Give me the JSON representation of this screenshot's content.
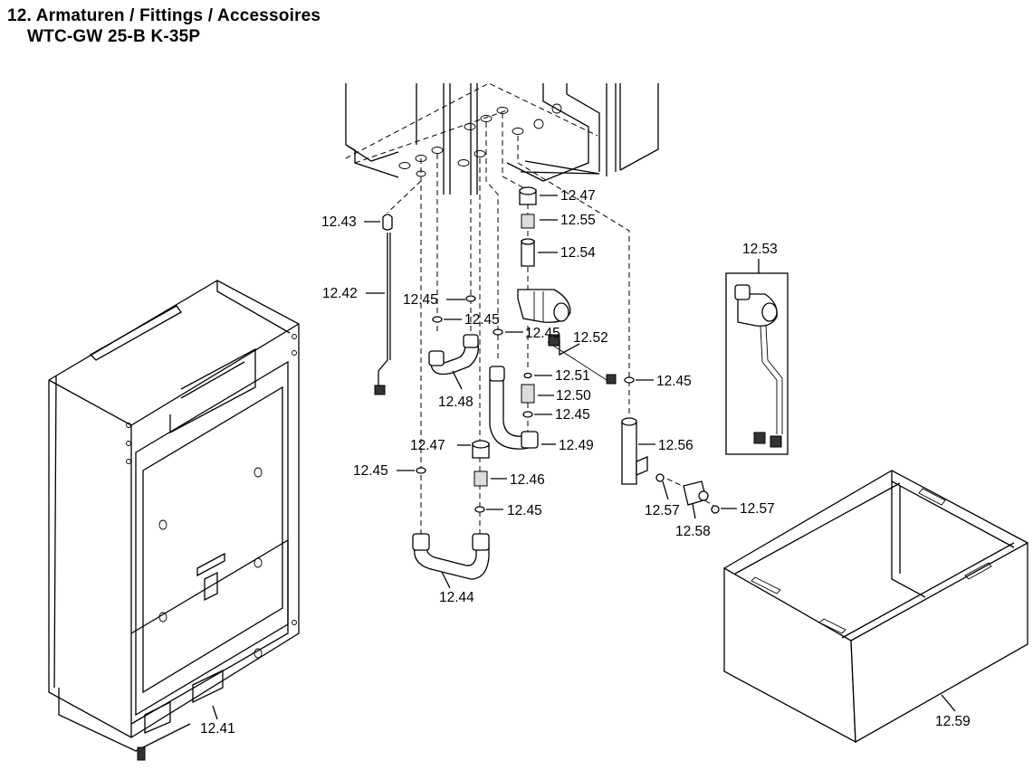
{
  "title": {
    "line1": "12. Armaturen / Fittings / Accessoires",
    "line2": "WTC-GW 25-B K-35P"
  },
  "labels": {
    "p1247a": "12.47",
    "p1255": "12.55",
    "p1243": "12.43",
    "p1254": "12.54",
    "p1253": "12.53",
    "p1242": "12.42",
    "p1245a": "12.45",
    "p1245b": "12.45",
    "p1245c": "12.45",
    "p1252": "12.52",
    "p1251": "12.51",
    "p1245d": "12.45",
    "p1250": "12.50",
    "p1248": "12.48",
    "p1245e": "12.45",
    "p1247b": "12.47",
    "p1249": "12.49",
    "p1256": "12.56",
    "p1245f": "12.45",
    "p1246": "12.46",
    "p1245g": "12.45",
    "p1257a": "12.57",
    "p1257b": "12.57",
    "p1258": "12.58",
    "p1244": "12.44",
    "p1259": "12.59",
    "p1241": "12.41"
  },
  "colors": {
    "line": "#000000",
    "background": "#ffffff",
    "shade": "#dcdcdc"
  }
}
